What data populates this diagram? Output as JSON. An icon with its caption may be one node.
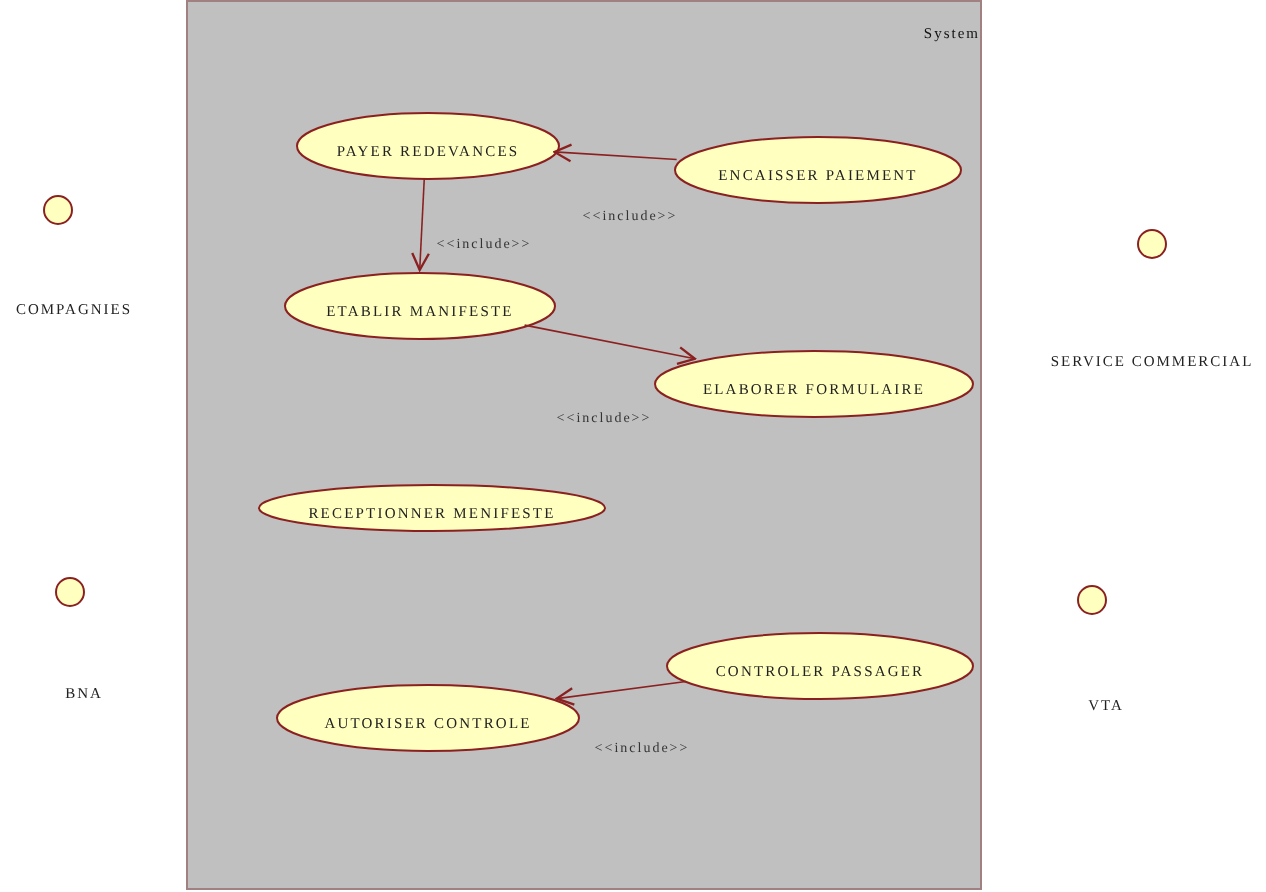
{
  "diagram": {
    "nodes": [
      {
        "text": [
          "System"
        ]
      },
      {
        "text": [
          "PAYER REDEVANCES"
        ],
        "in": 0
      },
      {
        "text": [
          "ENCAISSER PAIEMENT"
        ],
        "in": 0
      },
      {
        "text": [
          "ETABLIR MANIFESTE"
        ],
        "in": 0
      },
      {
        "text": [
          "ELABORER FORMULAIRE"
        ],
        "in": 0
      },
      {
        "text": [
          "RECEPTIONNER MENIFESTE"
        ],
        "in": 0
      },
      {
        "text": [
          "CONTROLER PASSAGER"
        ],
        "in": 0
      },
      {
        "text": [
          "AUTORISER CONTROLE"
        ],
        "in": 0
      }
    ],
    "labels": [
      "COMPAGNIES",
      "SERVICE COMMERCIAL",
      "BNA",
      "VTA"
    ],
    "edges": [
      {
        "from": 2,
        "to": 1,
        "arrow": "to",
        "label": "<<include>>"
      },
      {
        "from": 1,
        "to": 3,
        "arrow": "to",
        "label": "<<include>>"
      },
      {
        "from": 3,
        "to": 4,
        "arrow": "to",
        "label": "<<include>>"
      },
      {
        "from": 6,
        "to": 7,
        "arrow": "to",
        "label": "<<include>>"
      }
    ]
  }
}
